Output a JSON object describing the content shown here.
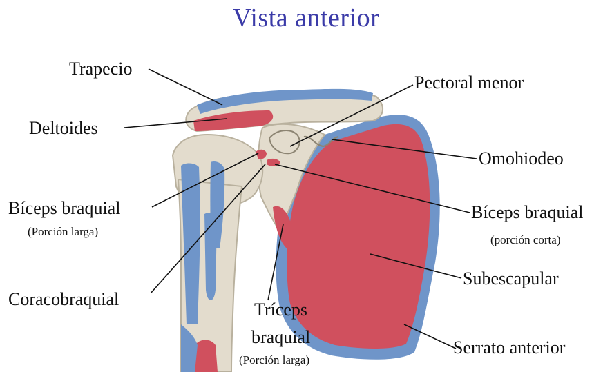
{
  "title": "Vista anterior",
  "labels": {
    "trapecio": "Trapecio",
    "pectoral_menor": "Pectoral menor",
    "deltoides": "Deltoides",
    "omohiodeo": "Omohiodeo",
    "biceps_larga": "Bíceps braquial",
    "biceps_larga_sub": "(Porción larga)",
    "biceps_corta": "Bíceps braquial",
    "biceps_corta_sub": "(porción corta)",
    "subescapular": "Subescapular",
    "coracobraquial": "Coracobraquial",
    "triceps_line1": "Tríceps",
    "triceps_line2": "braquial",
    "triceps_sub": "(Porción larga)",
    "serrato": "Serrato anterior"
  },
  "colors": {
    "title": "#3b3ba8",
    "muscle_red": "#d0505e",
    "bone": "#e3dccd",
    "bone_shadow": "#b9b19e",
    "attachment_blue": "#6f95c9"
  }
}
